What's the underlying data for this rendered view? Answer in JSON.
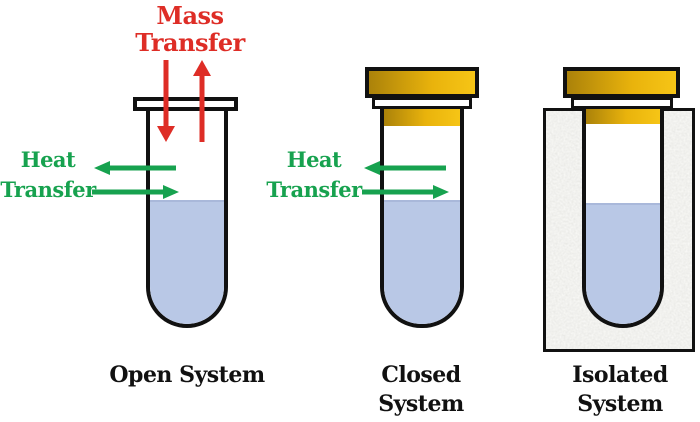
{
  "colors": {
    "red": "#de2d26",
    "green": "#17a24f",
    "outline": "#111111",
    "gold_dark": "#ab820a",
    "gold_mid": "#e9b30c",
    "gold_bright": "#f6c516",
    "liquid": "#b9c8e6",
    "insulation": "#f2f1ee",
    "label": "#111111"
  },
  "annotations": {
    "mass_transfer": {
      "line1": "Mass",
      "line2": "Transfer"
    },
    "heat_transfer_open": {
      "line1": "Heat",
      "line2": "Transfer"
    },
    "heat_transfer_closed": {
      "line1": "Heat",
      "line2": "Transfer"
    }
  },
  "systems": [
    {
      "name": "open",
      "label_line1": "Open",
      "label_line2": "System"
    },
    {
      "name": "closed",
      "label_line1": "Closed",
      "label_line2": "System"
    },
    {
      "name": "isolated",
      "label_line1": "Isolated",
      "label_line2": "System"
    }
  ],
  "icons": {
    "mass_in_arrow": "red-down-arrow",
    "mass_out_arrow": "red-up-arrow",
    "heat_out_arrow": "green-left-arrow",
    "heat_in_arrow": "green-right-arrow"
  }
}
